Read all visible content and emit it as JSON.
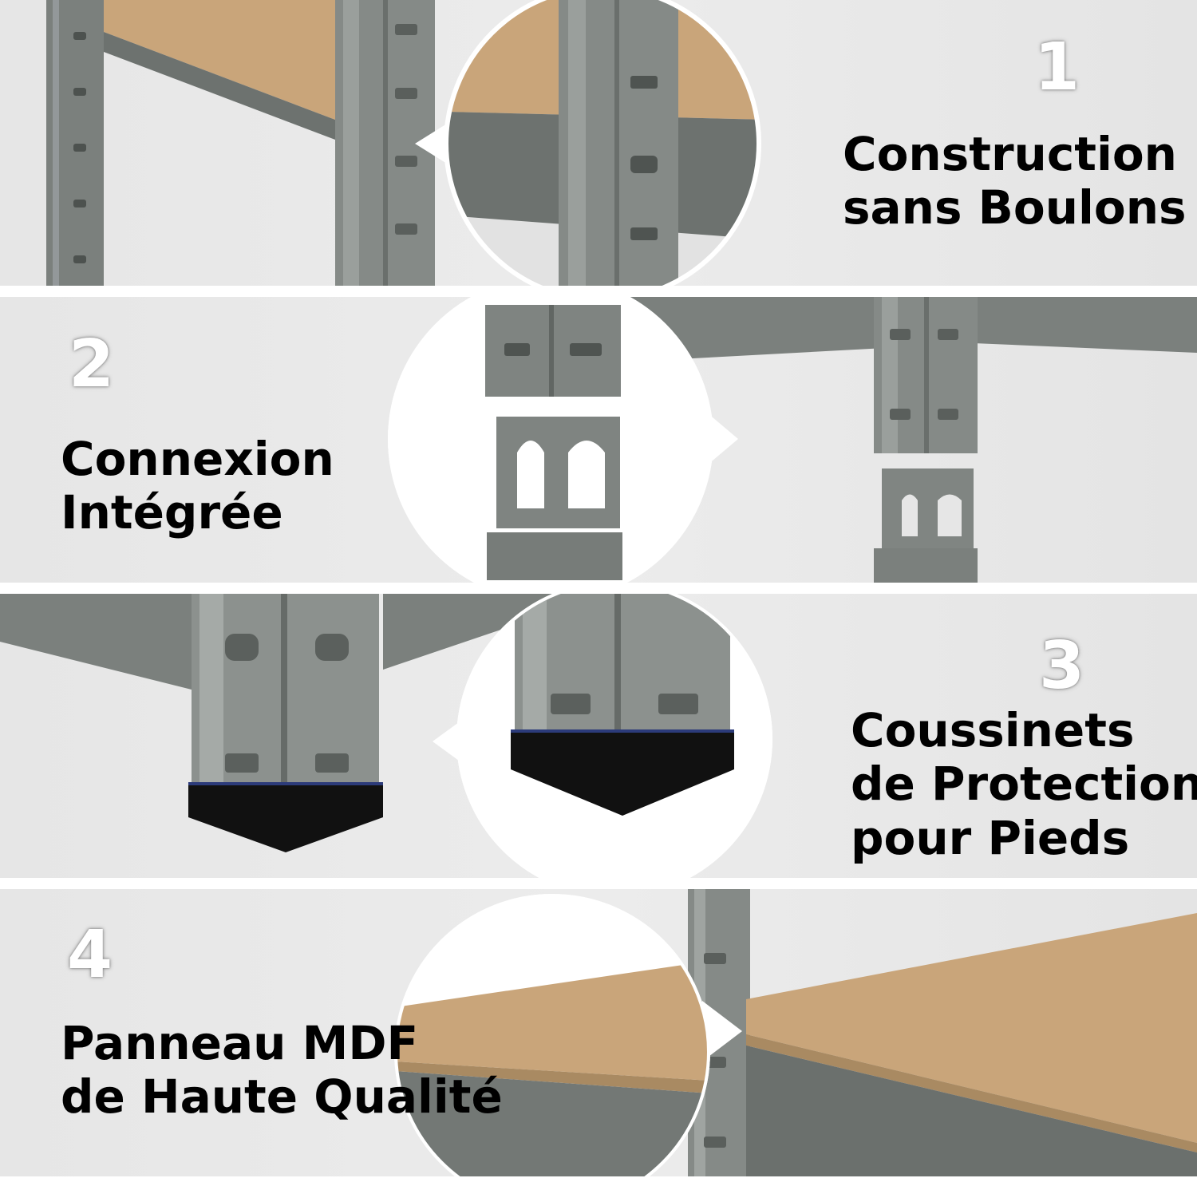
{
  "features": [
    {
      "number": "1",
      "lines": [
        "Construction",
        "sans Boulons"
      ]
    },
    {
      "number": "2",
      "lines": [
        "Connexion",
        "Intégrée"
      ]
    },
    {
      "number": "3",
      "lines": [
        "Coussinets",
        "de Protection",
        "pour Pieds"
      ]
    },
    {
      "number": "4",
      "lines": [
        "Panneau MDF",
        "de Haute Qualité"
      ]
    }
  ],
  "colors": {
    "steel": "#7b807d",
    "steel_dark": "#5d625f",
    "mdf": "#c9a57a",
    "foot_pad": "#111111"
  }
}
